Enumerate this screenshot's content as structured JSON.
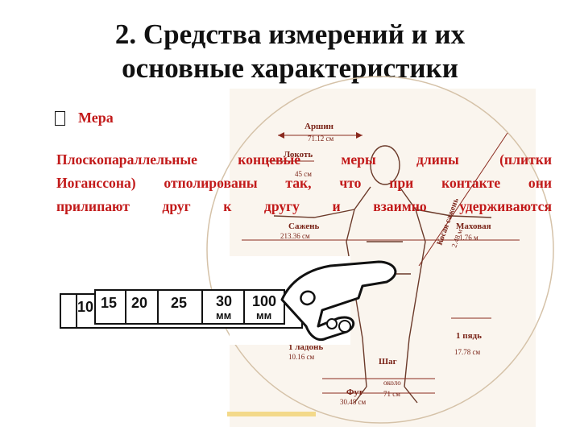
{
  "slide": {
    "title_line1": "2. Средства измерений и их",
    "title_line2": "основные характеристики",
    "bullet_label": "Мера",
    "paragraph_lines": [
      "Плоскопараллельные концевые меры длины (плитки",
      "Иоганссона) отполированы так, что при контакте они",
      "прилипают друг к другу и взаимно удерживаются"
    ]
  },
  "vitruvian": {
    "arshin": "Аршин",
    "arshin_val": "71.12 см",
    "lokot": "Локоть",
    "lokot_val": "45 см",
    "kosaya_sazhen": "Косая сажень",
    "kosaya_val": "2.48 м",
    "sazhen": "Сажень",
    "sazhen_val": "213.36 см",
    "mahovaya": "Маховая",
    "mahovaya_val": "1.76 м",
    "pyad": "1 пядь",
    "pyad_val": "17.78 см",
    "ladon": "1 ладонь",
    "ladon_val": "10.16 см",
    "shag": "Шаг",
    "fut": "Фут",
    "fut_val": "30.48 см",
    "okolo": "около",
    "okolo_val": "71 см"
  },
  "gauge_blocks": {
    "labels": [
      "10",
      "15",
      "20",
      "25",
      "30",
      "100"
    ],
    "unit": "мм"
  },
  "colors": {
    "title": "#111111",
    "accent": "#c21a1a",
    "sketch": "#8a2a1e"
  }
}
